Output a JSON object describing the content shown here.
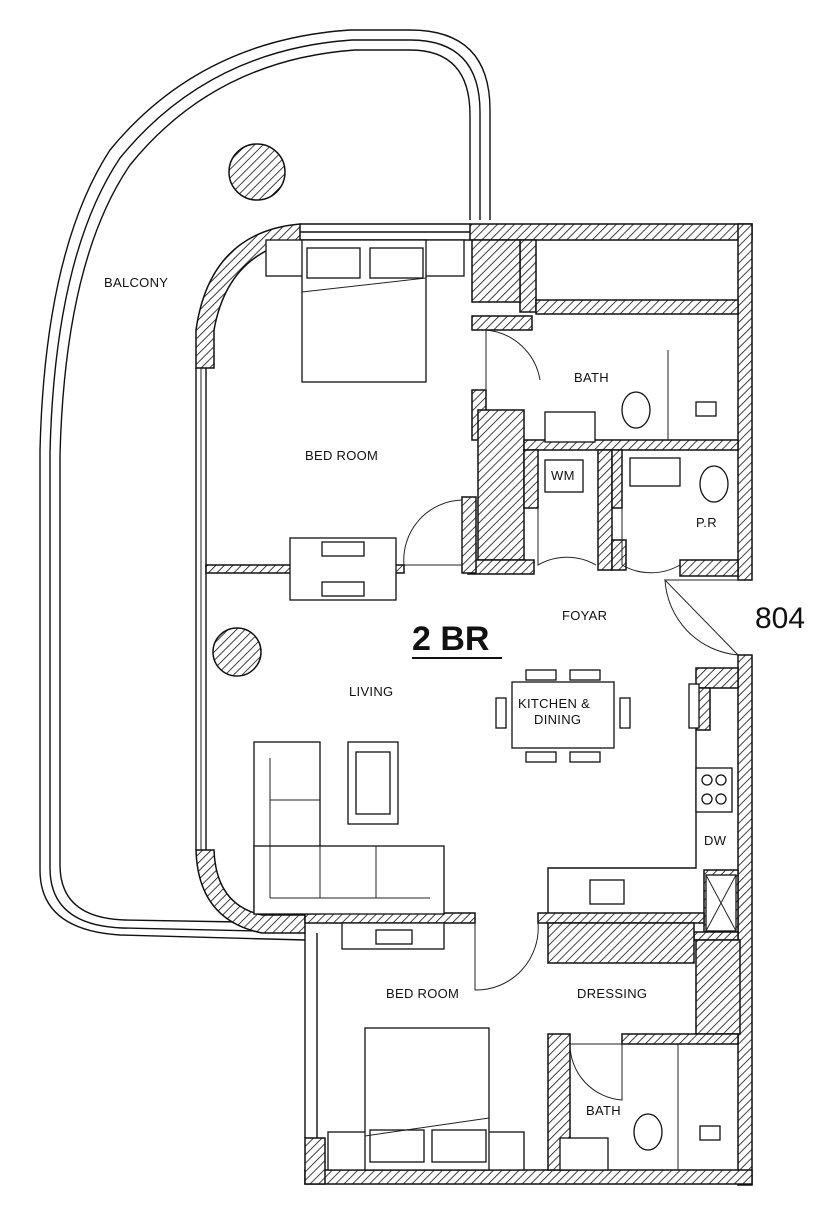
{
  "plan": {
    "unit_type": "2 BR",
    "unit_number": "804",
    "rooms": {
      "balcony": "BALCONY",
      "bedroom_1": "BED ROOM",
      "bath_1": "BATH",
      "wm": "WM",
      "pr": "P.R",
      "foyar": "FOYAR",
      "living": "LIVING",
      "kitchen_line1": "KITCHEN &",
      "kitchen_line2": "DINING",
      "dw": "DW",
      "bedroom_2": "BED ROOM",
      "dressing": "DRESSING",
      "bath_2": "BATH"
    }
  }
}
